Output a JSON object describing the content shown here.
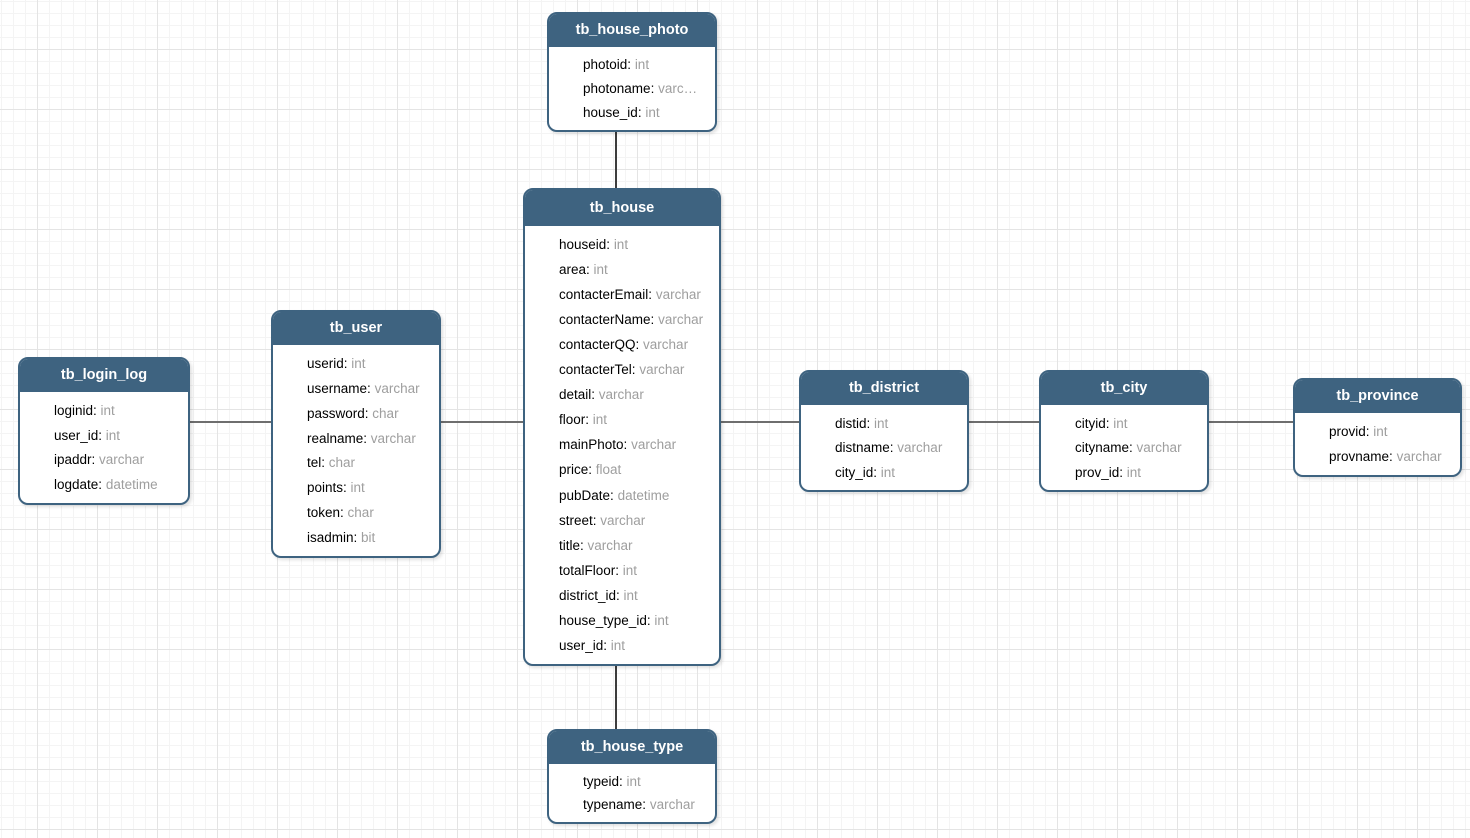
{
  "diagram": {
    "field_separator": ": ",
    "colors": {
      "header_fill": "#3e6380",
      "table_border": "#3e6380",
      "field_name_text": "#000000",
      "field_type_text": "#9e9e9e",
      "connector_horizontal": "#6e6e6e",
      "connector_vertical": "#3d3d3d",
      "grid_minor": "#f4f4f4",
      "grid_major": "#e4e4e4"
    },
    "tables": [
      {
        "name": "tb_house_photo",
        "fields": [
          {
            "name": "photoid",
            "type": "int"
          },
          {
            "name": "photoname",
            "type": "varc…"
          },
          {
            "name": "house_id",
            "type": "int"
          }
        ]
      },
      {
        "name": "tb_house",
        "fields": [
          {
            "name": "houseid",
            "type": "int"
          },
          {
            "name": "area",
            "type": "int"
          },
          {
            "name": "contacterEmail",
            "type": "varchar"
          },
          {
            "name": "contacterName",
            "type": "varchar"
          },
          {
            "name": "contacterQQ",
            "type": "varchar"
          },
          {
            "name": "contacterTel",
            "type": "varchar"
          },
          {
            "name": "detail",
            "type": "varchar"
          },
          {
            "name": "floor",
            "type": "int"
          },
          {
            "name": "mainPhoto",
            "type": "varchar"
          },
          {
            "name": "price",
            "type": "float"
          },
          {
            "name": "pubDate",
            "type": "datetime"
          },
          {
            "name": "street",
            "type": "varchar"
          },
          {
            "name": "title",
            "type": "varchar"
          },
          {
            "name": "totalFloor",
            "type": "int"
          },
          {
            "name": "district_id",
            "type": "int"
          },
          {
            "name": "house_type_id",
            "type": "int"
          },
          {
            "name": "user_id",
            "type": "int"
          }
        ]
      },
      {
        "name": "tb_user",
        "fields": [
          {
            "name": "userid",
            "type": "int"
          },
          {
            "name": "username",
            "type": "varchar"
          },
          {
            "name": "password",
            "type": "char"
          },
          {
            "name": "realname",
            "type": "varchar"
          },
          {
            "name": "tel",
            "type": "char"
          },
          {
            "name": "points",
            "type": "int"
          },
          {
            "name": "token",
            "type": "char"
          },
          {
            "name": "isadmin",
            "type": "bit"
          }
        ]
      },
      {
        "name": "tb_login_log",
        "fields": [
          {
            "name": "loginid",
            "type": "int"
          },
          {
            "name": "user_id",
            "type": "int"
          },
          {
            "name": "ipaddr",
            "type": "varchar"
          },
          {
            "name": "logdate",
            "type": "datetime"
          }
        ]
      },
      {
        "name": "tb_district",
        "fields": [
          {
            "name": "distid",
            "type": "int"
          },
          {
            "name": "distname",
            "type": "varchar"
          },
          {
            "name": "city_id",
            "type": "int"
          }
        ]
      },
      {
        "name": "tb_city",
        "fields": [
          {
            "name": "cityid",
            "type": "int"
          },
          {
            "name": "cityname",
            "type": "varchar"
          },
          {
            "name": "prov_id",
            "type": "int"
          }
        ]
      },
      {
        "name": "tb_province",
        "fields": [
          {
            "name": "provid",
            "type": "int"
          },
          {
            "name": "provname",
            "type": "varchar"
          }
        ]
      },
      {
        "name": "tb_house_type",
        "fields": [
          {
            "name": "typeid",
            "type": "int"
          },
          {
            "name": "typename",
            "type": "varchar"
          }
        ]
      }
    ],
    "connectors": [
      {
        "from": "tb_house_photo",
        "to": "tb_house",
        "orientation": "vertical"
      },
      {
        "from": "tb_house",
        "to": "tb_house_type",
        "orientation": "vertical"
      },
      {
        "from": "tb_login_log",
        "to": "tb_user",
        "orientation": "horizontal"
      },
      {
        "from": "tb_user",
        "to": "tb_house",
        "orientation": "horizontal"
      },
      {
        "from": "tb_house",
        "to": "tb_district",
        "orientation": "horizontal"
      },
      {
        "from": "tb_district",
        "to": "tb_city",
        "orientation": "horizontal"
      },
      {
        "from": "tb_city",
        "to": "tb_province",
        "orientation": "horizontal"
      }
    ]
  }
}
